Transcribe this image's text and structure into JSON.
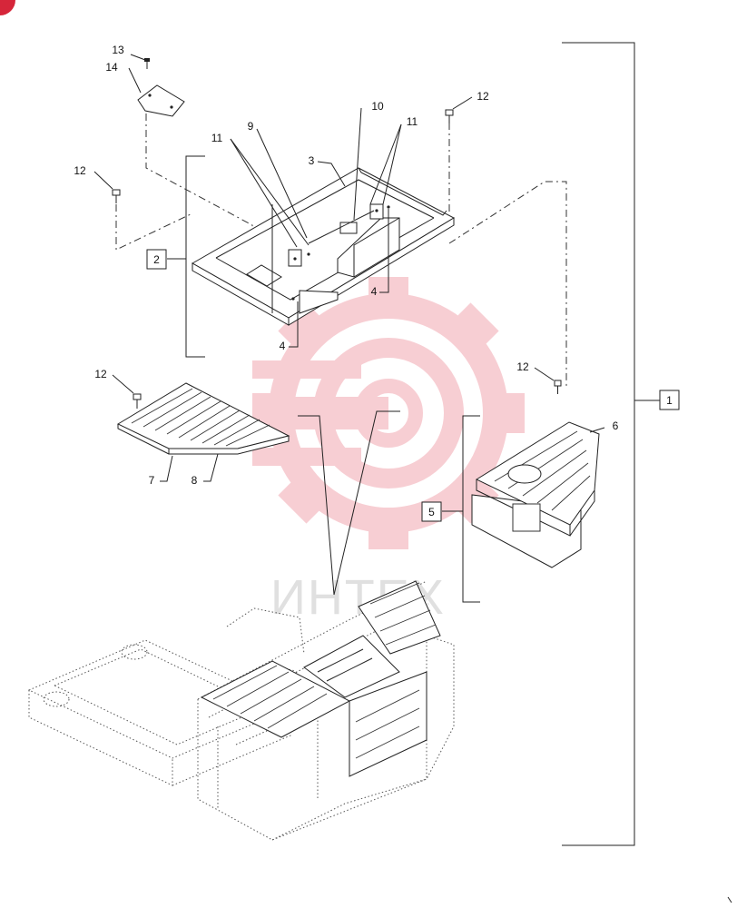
{
  "diagram": {
    "watermark_text": "ИНТЕХ",
    "callouts": {
      "c13": "13",
      "c14": "14",
      "c12_a": "12",
      "c12_b": "12",
      "c12_c": "12",
      "c12_d": "12",
      "c11_a": "11",
      "c11_b": "11",
      "c9": "9",
      "c10": "10",
      "c3": "3",
      "c4_a": "4",
      "c4_b": "4",
      "c6": "6",
      "c7": "7",
      "c8": "8"
    },
    "boxed": {
      "b1": "1",
      "b2": "2",
      "b5": "5"
    }
  }
}
